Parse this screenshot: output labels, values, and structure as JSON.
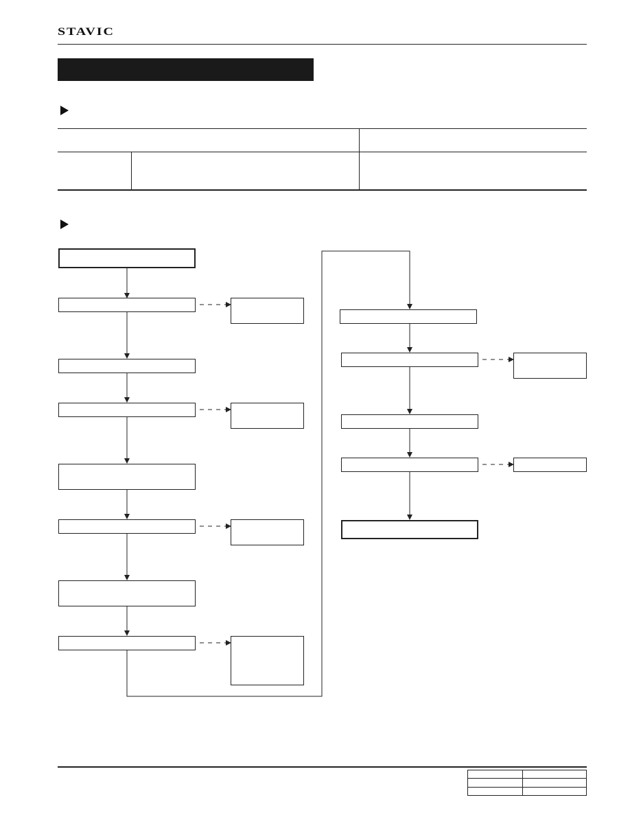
{
  "header": {
    "brand": "STAVIC"
  },
  "section_title": "",
  "sections": [
    {
      "marker": "triangle-bullet"
    },
    {
      "marker": "triangle-bullet"
    }
  ],
  "spec_table": {
    "headers": [
      "",
      ""
    ],
    "rows": [
      [
        "",
        "",
        ""
      ]
    ]
  },
  "flowchart": {
    "left_column": [
      {
        "label": "",
        "kind": "start"
      },
      {
        "label": "",
        "kind": "step"
      },
      {
        "label": "",
        "kind": "step"
      },
      {
        "label": "",
        "kind": "step"
      },
      {
        "label": "",
        "kind": "step"
      },
      {
        "label": "",
        "kind": "step"
      },
      {
        "label": "",
        "kind": "step"
      },
      {
        "label": "",
        "kind": "step"
      }
    ],
    "left_side_results": [
      "",
      "",
      "",
      ""
    ],
    "right_column": [
      {
        "label": "",
        "kind": "step"
      },
      {
        "label": "",
        "kind": "step"
      },
      {
        "label": "",
        "kind": "step"
      },
      {
        "label": "",
        "kind": "step"
      },
      {
        "label": "",
        "kind": "end"
      }
    ],
    "right_side_results": [
      "",
      ""
    ]
  },
  "footer": {
    "meta_table": [
      [
        "",
        ""
      ],
      [
        "",
        ""
      ],
      [
        "",
        ""
      ]
    ]
  }
}
